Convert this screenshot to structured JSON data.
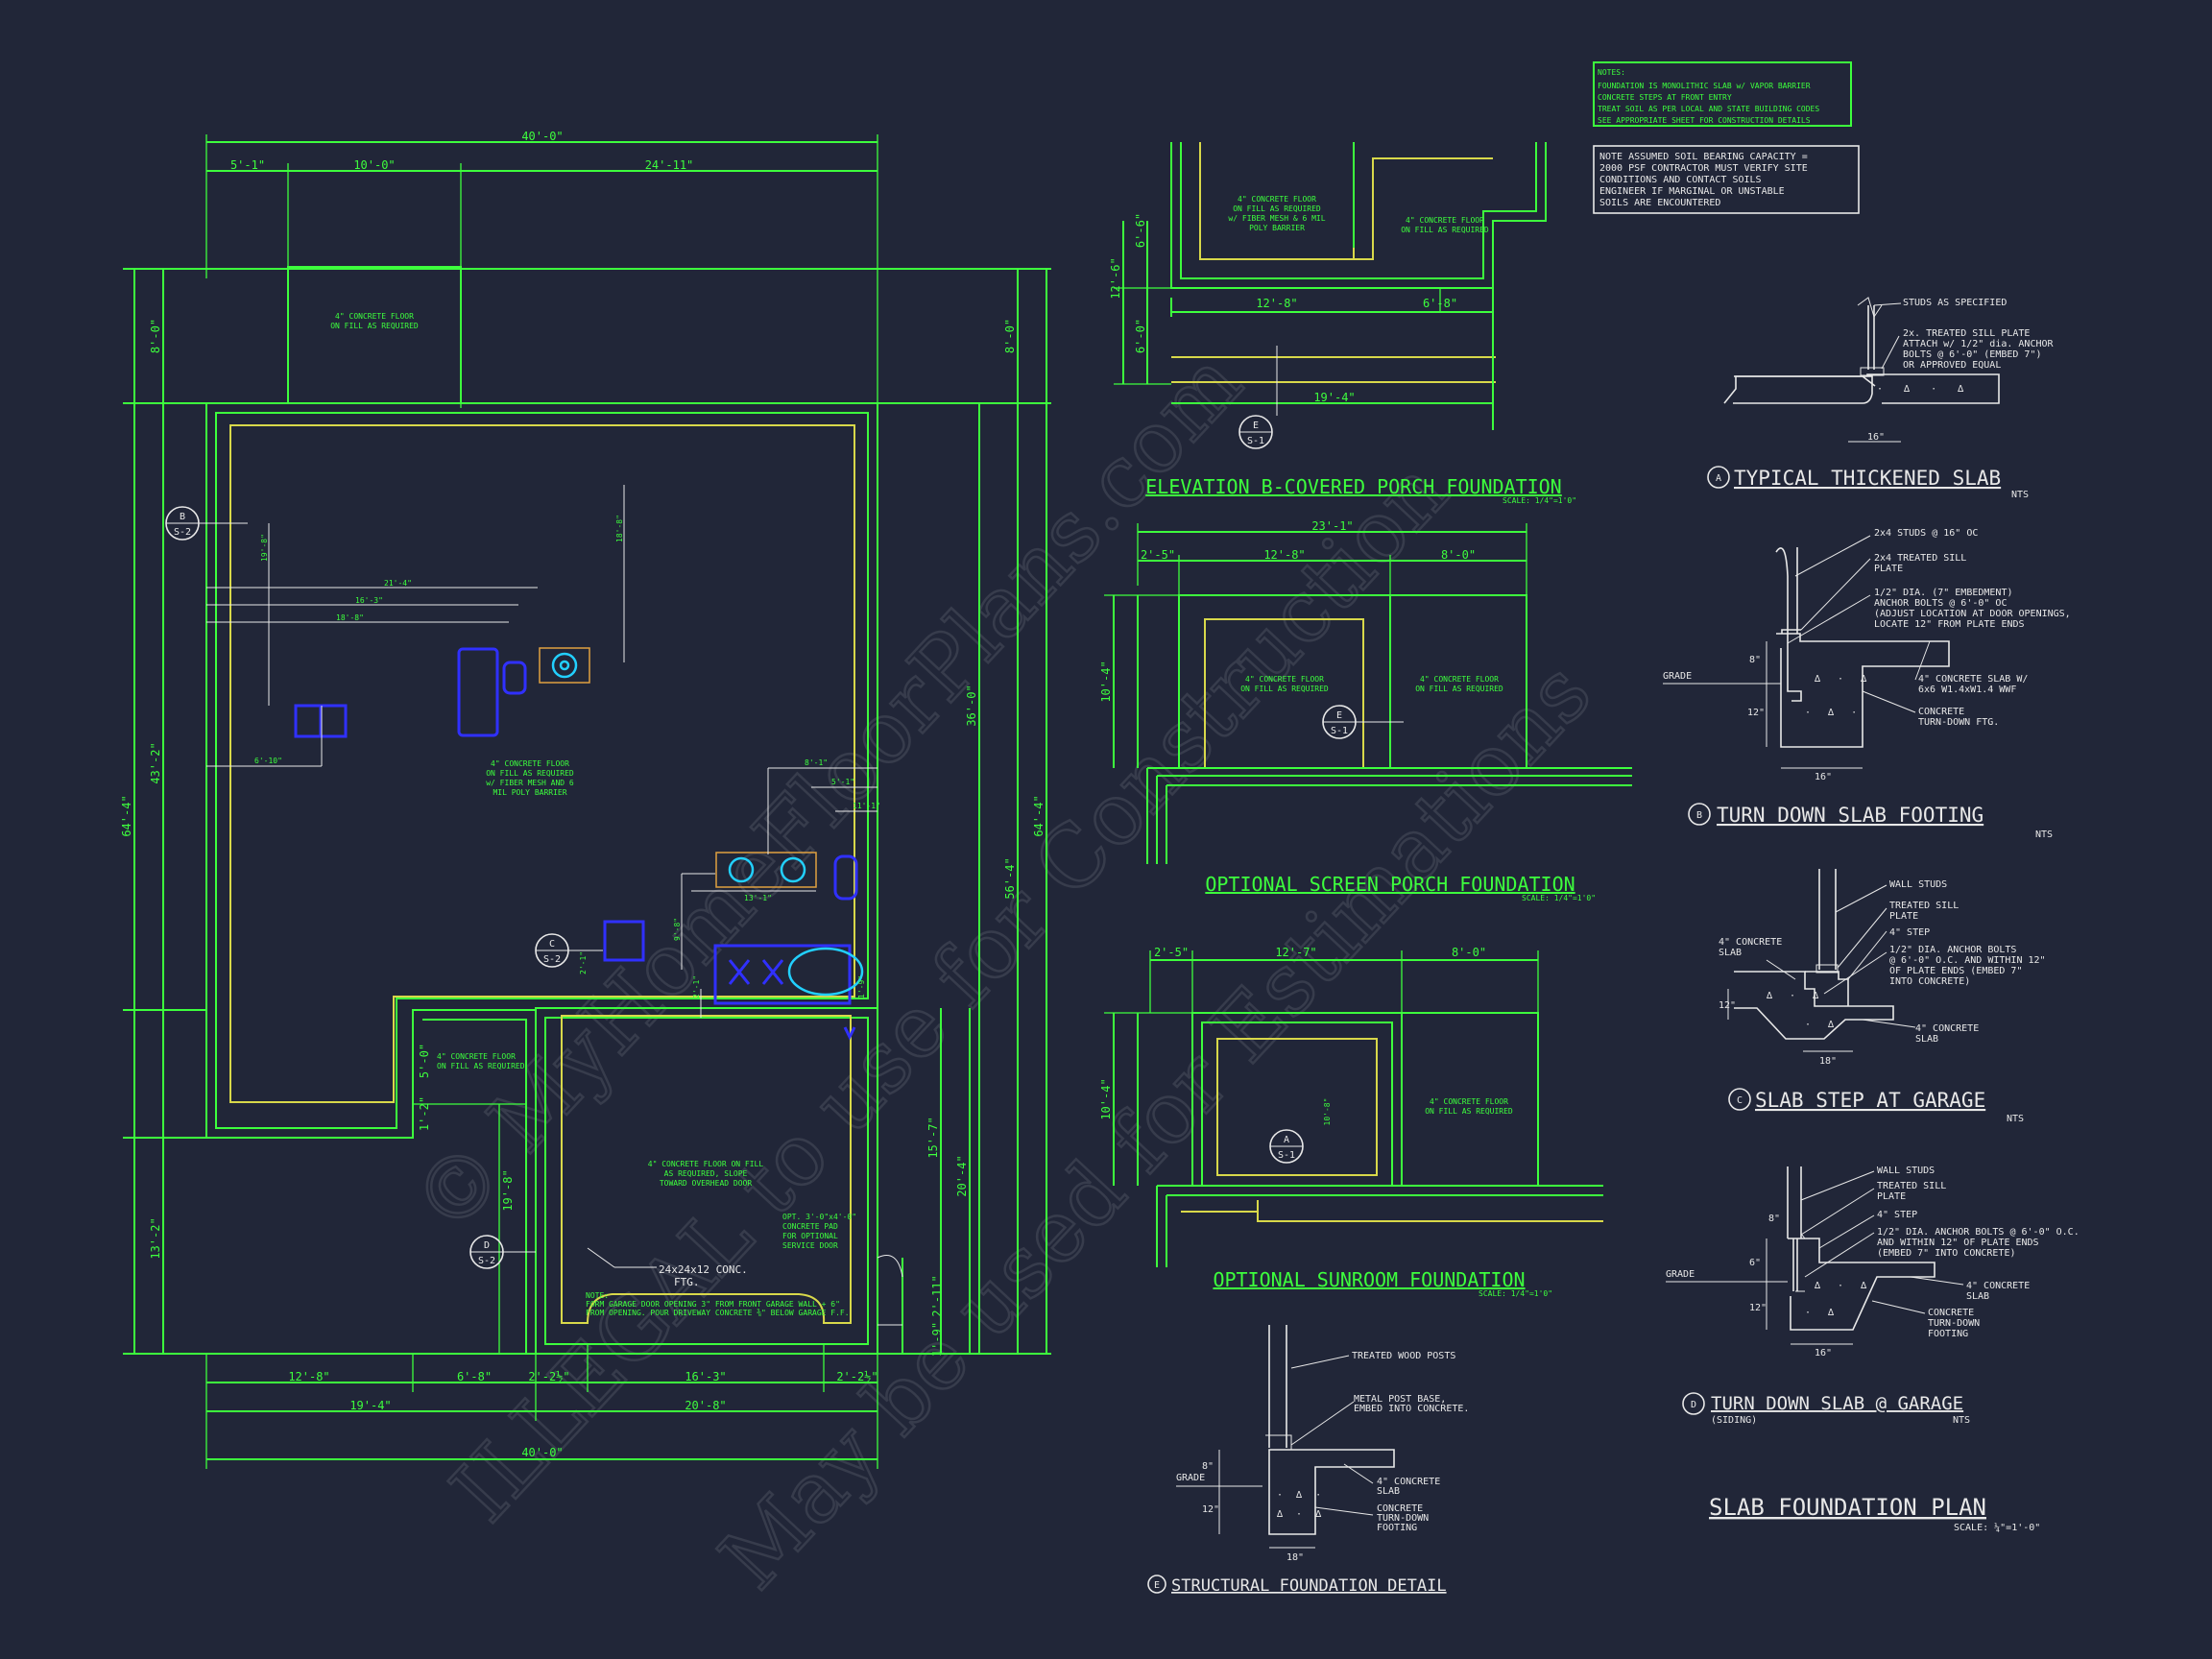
{
  "notes_box": {
    "title": "NOTES:",
    "lines": [
      "FOUNDATION IS MONOLITHIC SLAB w/ VAPOR BARRIER",
      "CONCRETE STEPS AT FRONT ENTRY",
      "TREAT SOIL AS PER LOCAL AND STATE BUILDING CODES",
      "SEE APPROPRIATE SHEET FOR CONSTRUCTION DETAILS"
    ]
  },
  "soil_note": [
    "NOTE ASSUMED SOIL BEARING CAPACITY =",
    "2000 PSF CONTRACTOR MUST VERIFY SITE",
    "CONDITIONS AND CONTACT SOILS",
    "ENGINEER IF MARGINAL OR UNSTABLE",
    "SOILS ARE ENCOUNTERED"
  ],
  "watermark": {
    "line1": "© MyHomeFloorPlans.com",
    "line2": "ILLEGAL to use for Construction",
    "line3": "May be used for Estimations"
  },
  "main_plan": {
    "dims": {
      "top_total": "40'-0\"",
      "top_a": "5'-1\"",
      "top_b": "10'-0\"",
      "top_c": "24'-11\"",
      "left_total": "64'-4\"",
      "left_a": "8'-0\"",
      "left_b": "43'-2\"",
      "left_c": "13'-2\"",
      "right_total": "64'-4\"",
      "right_a": "8'-0\"",
      "right_b": "36'-0\"",
      "right_c": "56'-4\"",
      "right_d": "15'-7\"",
      "right_e": "20'-4\"",
      "right_f": "2'-11\"",
      "right_g": "1'-9\"",
      "mid_a": "5'-0\"",
      "mid_b": "1'-2\"",
      "mid_c": "19'-8\"",
      "bot1_a": "12'-8\"",
      "bot1_b": "6'-8\"",
      "bot1_c": "2'-2½\"",
      "bot1_d": "16'-3\"",
      "bot1_e": "2'-2½\"",
      "bot2_a": "19'-4\"",
      "bot2_b": "20'-8\"",
      "bot_total": "40'-0\"",
      "int_a": "21'-4\"",
      "int_b": "18'-8\"",
      "int_c": "16'-3\"",
      "int_d": "18'-8\"",
      "int_e": "19'-8\"",
      "int_f": "6'-10\"",
      "int_g": "8'-1\"",
      "int_h": "5'-1\"",
      "int_i": "11'-1\"",
      "int_j": "13'-1\"",
      "int_k": "9'-8\"",
      "int_l": "2'-1\"",
      "int_m": "2'-1\"",
      "int_n": "1'-9\""
    },
    "labels": {
      "porch_floor": "4\" CONCRETE FLOOR\nON FILL AS REQUIRED",
      "main_floor": "4\" CONCRETE FLOOR\nON FILL AS REQUIRED\nw/ FIBER MESH AND 6\nMIL POLY BARRIER",
      "side_floor": "4\" CONCRETE FLOOR\nON FILL AS REQUIRED",
      "garage_floor": "4\" CONCRETE FLOOR ON FILL\nAS REQUIRED, SLOPE\nTOWARD OVERHEAD DOOR",
      "opt_pad": "OPT. 3'-0\"x4'-0\"\nCONCRETE PAD\nFOR OPTIONAL\nSERVICE DOOR",
      "ftg": "24x24x12 CONC.\nFTG.",
      "garage_note": "NOTE:\nFORM GARAGE DOOR OPENING 3\" FROM FRONT GARAGE WALL + 6\"\nFROM OPENING. POUR DRIVEWAY CONCRETE ⅜\" BELOW GARAGE F.F."
    },
    "callouts": [
      {
        "letter": "B",
        "sheet": "S-2"
      },
      {
        "letter": "C",
        "sheet": "S-2"
      },
      {
        "letter": "D",
        "sheet": "S-2"
      }
    ]
  },
  "elev_b": {
    "title": "ELEVATION B-COVERED PORCH FOUNDATION",
    "scale": "SCALE: 1/4\"=1'0\"",
    "dims": {
      "v_total": "12'-6\"",
      "v_a": "6'-6\"",
      "v_b": "6'-0\"",
      "h_a": "12'-8\"",
      "h_b": "6'-8\"",
      "h_total": "19'-4\""
    },
    "label_a": "4\" CONCRETE FLOOR\nON FILL AS REQUIRED\nw/ FIBER MESH & 6 MIL\nPOLY BARRIER",
    "label_b": "4\" CONCRETE FLOOR\nON FILL AS REQUIRED",
    "callout": {
      "letter": "E",
      "sheet": "S-1"
    }
  },
  "screen_porch": {
    "title": "OPTIONAL SCREEN PORCH FOUNDATION",
    "scale": "SCALE: 1/4\"=1'0\"",
    "dims": {
      "total": "23'-1\"",
      "a": "2'-5\"",
      "b": "12'-8\"",
      "c": "8'-0\"",
      "v": "10'-4\""
    },
    "label_a": "4\" CONCRETE FLOOR\nON FILL AS REQUIRED",
    "label_b": "4\" CONCRETE FLOOR\nON FILL AS REQUIRED",
    "callout": {
      "letter": "E",
      "sheet": "S-1"
    }
  },
  "sunroom": {
    "title": "OPTIONAL SUNROOM FOUNDATION",
    "scale": "SCALE: 1/4\"=1'0\"",
    "dims": {
      "a": "2'-5\"",
      "b": "12'-7\"",
      "c": "8'-0\"",
      "v": "10'-4\"",
      "inner": "10'-8\""
    },
    "label": "4\" CONCRETE FLOOR\nON FILL AS REQUIRED",
    "callout": {
      "letter": "A",
      "sheet": "S-1"
    }
  },
  "details": {
    "a": {
      "letter": "A",
      "title": "TYPICAL THICKENED SLAB",
      "nts": "NTS",
      "notes": [
        "STUDS AS SPECIFIED",
        "2x. TREATED SILL PLATE\nATTACH w/ 1/2\" dia. ANCHOR\nBOLTS @ 6'-0\" (EMBED 7\")\nOR APPROVED EQUAL"
      ],
      "dim": "16\""
    },
    "b": {
      "letter": "B",
      "title": "TURN DOWN SLAB FOOTING",
      "nts": "NTS",
      "notes": [
        "2x4 STUDS @ 16\" OC",
        "2x4 TREATED SILL\nPLATE",
        "1/2\" DIA. (7\" EMBEDMENT)\nANCHOR BOLTS @ 6'-0\" OC\n(ADJUST LOCATION AT DOOR OPENINGS,\nLOCATE 12\" FROM PLATE ENDS",
        "4\" CONCRETE SLAB W/\n6x6 W1.4xW1.4 WWF",
        "CONCRETE\nTURN-DOWN FTG."
      ],
      "grade": "GRADE",
      "d1": "8\"",
      "d2": "12\"",
      "d3": "16\""
    },
    "c": {
      "letter": "C",
      "title": "SLAB STEP AT GARAGE",
      "nts": "NTS",
      "notes": [
        "WALL STUDS",
        "TREATED SILL\nPLATE",
        "4\" STEP",
        "1/2\" DIA. ANCHOR BOLTS\n@ 6'-0\" O.C. AND WITHIN 12\"\nOF PLATE ENDS (EMBED 7\"\nINTO CONCRETE)",
        "4\" CONCRETE\nSLAB"
      ],
      "left_note": "4\" CONCRETE\nSLAB",
      "d1": "12\"",
      "d2": "18\""
    },
    "d": {
      "letter": "D",
      "title": "TURN DOWN SLAB @ GARAGE",
      "sub": "(SIDING)",
      "nts": "NTS",
      "notes": [
        "WALL STUDS",
        "TREATED SILL\nPLATE",
        "4\" STEP",
        "1/2\" DIA. ANCHOR BOLTS @ 6'-0\" O.C.\nAND WITHIN 12\" OF PLATE ENDS\n(EMBED 7\" INTO CONCRETE)",
        "4\" CONCRETE\nSLAB",
        "CONCRETE\nTURN-DOWN\nFOOTING"
      ],
      "grade": "GRADE",
      "d1": "8\"",
      "d2": "6\"",
      "d3": "12\"",
      "d4": "16\""
    },
    "e": {
      "letter": "E",
      "title": "STRUCTURAL FOUNDATION DETAIL",
      "notes": [
        "TREATED WOOD POSTS",
        "METAL POST BASE,\nEMBED INTO CONCRETE.",
        "4\" CONCRETE\nSLAB",
        "CONCRETE\nTURN-DOWN\nFOOTING"
      ],
      "grade": "GRADE",
      "d1": "8\"",
      "d2": "12\"",
      "d3": "18\""
    }
  },
  "sheet_title": {
    "title": "SLAB FOUNDATION PLAN",
    "scale": "SCALE: ¼\"=1'-0\""
  }
}
